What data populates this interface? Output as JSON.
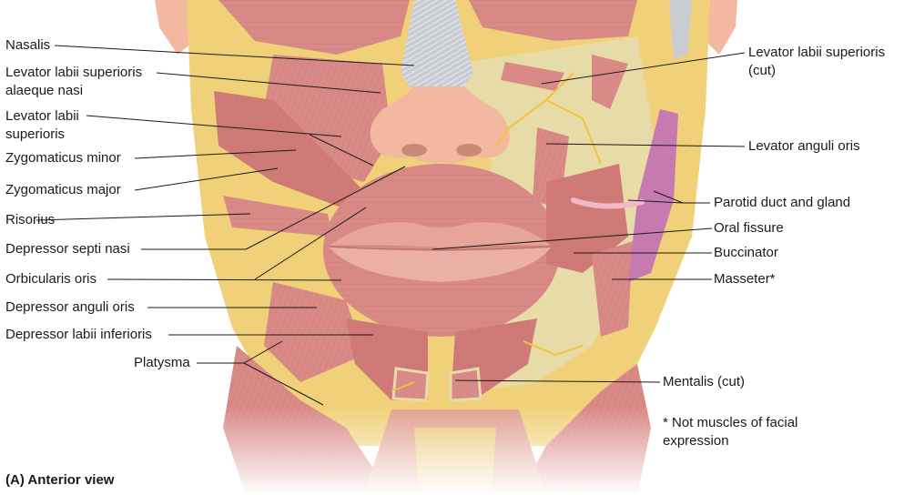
{
  "figure": {
    "caption": "(A) Anterior view",
    "note": "* Not muscles of facial expression"
  },
  "labels_left": [
    {
      "key": "nasalis",
      "text": "Nasalis"
    },
    {
      "key": "levator_labii_sup_alaeque_nasi",
      "text": "Levator labii superioris alaeque nasi"
    },
    {
      "key": "levator_labii_superioris",
      "text": "Levator labii superioris"
    },
    {
      "key": "zygomaticus_minor",
      "text": "Zygomaticus minor"
    },
    {
      "key": "zygomaticus_major",
      "text": "Zygomaticus major"
    },
    {
      "key": "risorius",
      "text": "Risorius"
    },
    {
      "key": "depressor_septi_nasi",
      "text": "Depressor septi nasi"
    },
    {
      "key": "orbicularis_oris",
      "text": "Orbicularis oris"
    },
    {
      "key": "depressor_anguli_oris",
      "text": "Depressor anguli oris"
    },
    {
      "key": "depressor_labii_inferioris",
      "text": "Depressor labii inferioris"
    },
    {
      "key": "platysma",
      "text": "Platysma"
    }
  ],
  "labels_right": [
    {
      "key": "levator_labii_sup_cut",
      "text": "Levator labii superioris (cut)"
    },
    {
      "key": "levator_anguli_oris",
      "text": "Levator anguli oris"
    },
    {
      "key": "parotid",
      "text": "Parotid duct and gland"
    },
    {
      "key": "oral_fissure",
      "text": "Oral fissure"
    },
    {
      "key": "buccinator",
      "text": "Buccinator"
    },
    {
      "key": "masseter",
      "text": "Masseter*"
    },
    {
      "key": "mentalis_cut",
      "text": "Mentalis (cut)"
    }
  ],
  "colors": {
    "muscle": "#d98a86",
    "muscle_dark": "#b9605e",
    "fat": "#f0d078",
    "bone": "#e7dca8",
    "skin": "#f2b9a0",
    "lip": "#e6a49a",
    "gland": "#c77ab0",
    "tendon": "#c9ccd3"
  }
}
